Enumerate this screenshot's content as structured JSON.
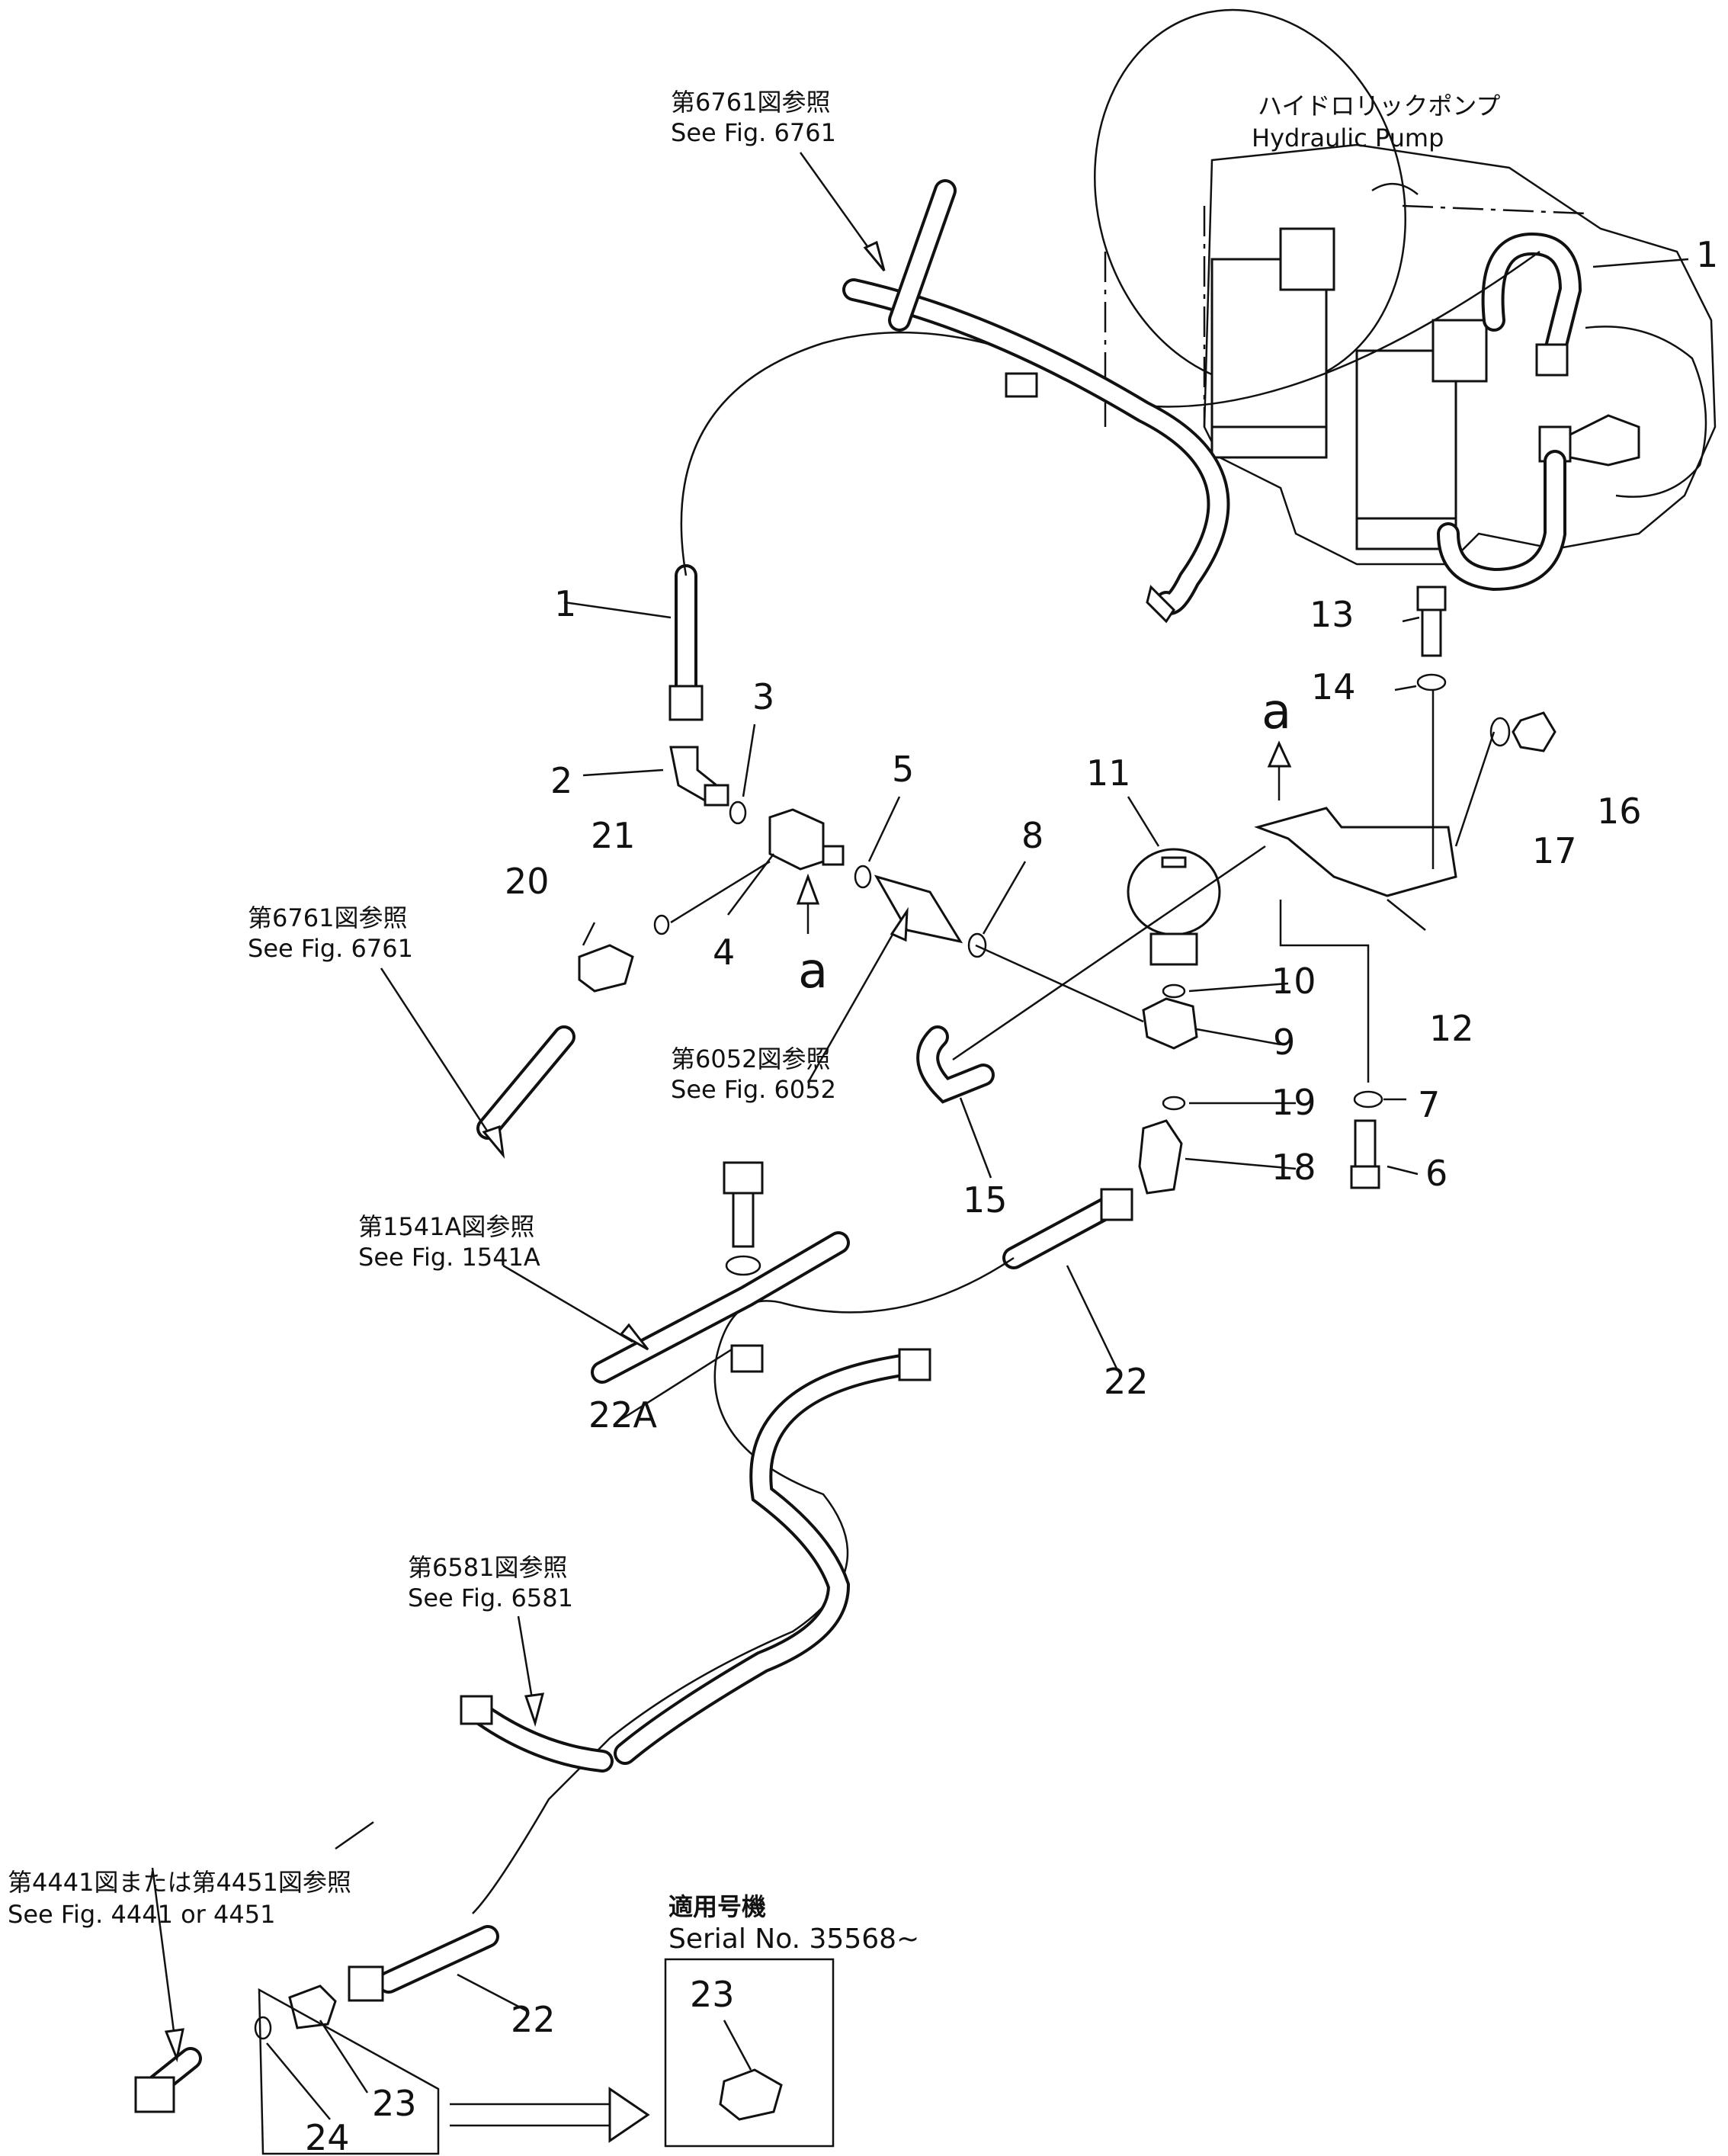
{
  "references": {
    "fig6761_top": {
      "jp": "第6761図参照",
      "en": "See Fig. 6761"
    },
    "pump": {
      "jp": "ハイドロリックポンプ",
      "en": "Hydraulic Pump"
    },
    "fig6761_left": {
      "jp": "第6761図参照",
      "en": "See Fig. 6761"
    },
    "fig6052": {
      "jp": "第6052図参照",
      "en": "See Fig. 6052"
    },
    "fig1541a": {
      "jp": "第1541A図参照",
      "en": "See Fig. 1541A"
    },
    "fig6581": {
      "jp": "第6581図参照",
      "en": "See Fig. 6581"
    },
    "fig4441": {
      "jp": "第4441図または第4451図参照",
      "en": "See Fig. 4441 or 4451"
    }
  },
  "serial": {
    "jp": "適用号機",
    "en": "Serial No. 35568~"
  },
  "view_marker": "a",
  "callouts": {
    "p1a": "1",
    "p1b": "1",
    "p2": "2",
    "p3": "3",
    "p4": "4",
    "p5": "5",
    "p6": "6",
    "p7": "7",
    "p8": "8",
    "p9": "9",
    "p10": "10",
    "p11": "11",
    "p12": "12",
    "p13": "13",
    "p14": "14",
    "p15": "15",
    "p16": "16",
    "p17": "17",
    "p18": "18",
    "p19": "19",
    "p20": "20",
    "p21": "21",
    "p22a": "22",
    "p22b": "22",
    "p22A": "22A",
    "p23a": "23",
    "p23b": "23",
    "p24": "24"
  }
}
